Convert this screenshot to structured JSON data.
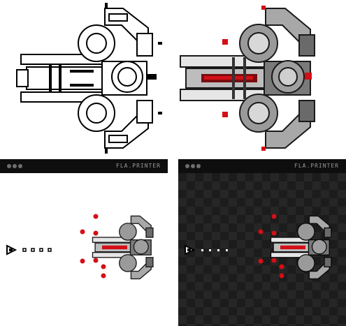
{
  "panels": [
    {
      "app_label": "FLA.PRINTER",
      "theme": "light"
    },
    {
      "app_label": "FLA.PRINTER",
      "theme": "dark"
    }
  ],
  "colors": {
    "accent_red": "#d40f16",
    "dark_red": "#7a0c10",
    "hull_light": "#e6e6e6",
    "hull_mid": "#9a9a9a",
    "hull_dark": "#333333",
    "outline": "#000000"
  },
  "icons": [
    "player-ship-icon",
    "boss-ship-icon",
    "enemy-bullet-icon",
    "player-shot-icon",
    "window-dots-icon"
  ]
}
